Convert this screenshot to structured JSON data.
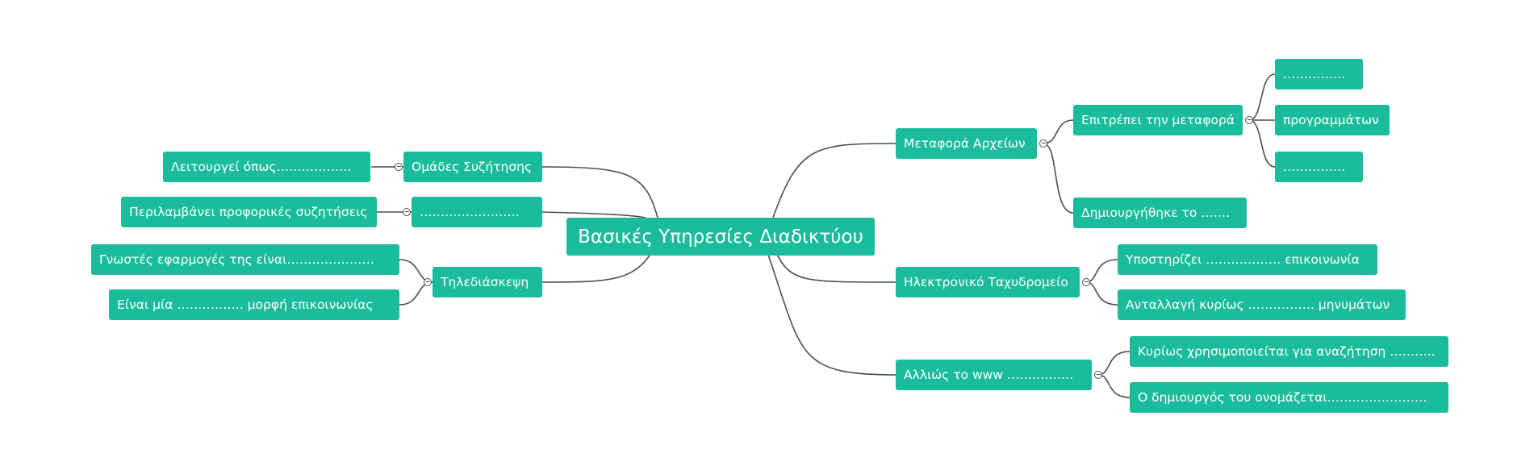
{
  "mindmap": {
    "root": "Βασικές Υπηρεσίες Διαδικτύου",
    "right": {
      "file_transfer": {
        "label": "Μεταφορά Αρχείων",
        "allows": {
          "label": "Επιτρέπει την μεταφορά",
          "children": [
            "……………",
            "προγραμμάτων",
            "……………"
          ]
        },
        "created": "Δημιουργήθηκε το ……."
      },
      "email": {
        "label": "Ηλεκτρονικό Ταχυδρομείο",
        "children": [
          "Υποστηρίζει ……………… επικοινωνία",
          "Ανταλλαγή κυρίως ……………. μηνυμάτων"
        ]
      },
      "www": {
        "label": "Αλλιώς το www …………….",
        "children": [
          "Κυρίως χρησιμοποιείται για αναζήτηση ………..",
          "Ο δημιουργός του ονομάζεται……………………"
        ]
      }
    },
    "left": {
      "groups": {
        "label": "Ομάδες Συζήτησης",
        "children": [
          "Λειτουργεί όπως………………"
        ]
      },
      "blank": {
        "label": "……………………",
        "children": [
          "Περιλαμβάνει προφορικές συζητήσεις"
        ]
      },
      "teleconf": {
        "label": "Τηλεδιάσκεψη",
        "children": [
          "Γνωστές εφαρμογές της είναι…………………",
          "Είναι μία ……………. μορφή επικοινωνίας"
        ]
      }
    }
  },
  "colors": {
    "node": "#1abc9c",
    "text": "#ffffff",
    "line": "#4d4d4d",
    "background": "#ffffff"
  }
}
